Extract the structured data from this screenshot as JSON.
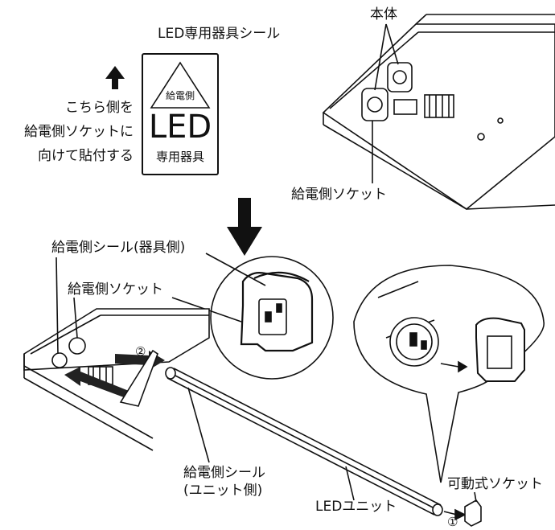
{
  "labels": {
    "led_seal": "LED専用器具シール",
    "honntai": "本体",
    "instruction": [
      "こちら側を",
      "給電側ソケットに",
      "向けて貼付する"
    ],
    "feed_socket_top": "給電側ソケット",
    "seal_fixture_side": "給電側シール(器具側)",
    "feed_socket_bottom": "給電側ソケット",
    "seal_unit_side": [
      "給電側シール",
      "(ユニット側)"
    ],
    "led_unit": "LEDユニット",
    "movable_socket": "可動式ソケット"
  },
  "sticker": {
    "triangle_text": "給電側",
    "big_text": "LED",
    "small_text": "専用器具"
  },
  "steps": {
    "one": "①",
    "two": "②"
  }
}
